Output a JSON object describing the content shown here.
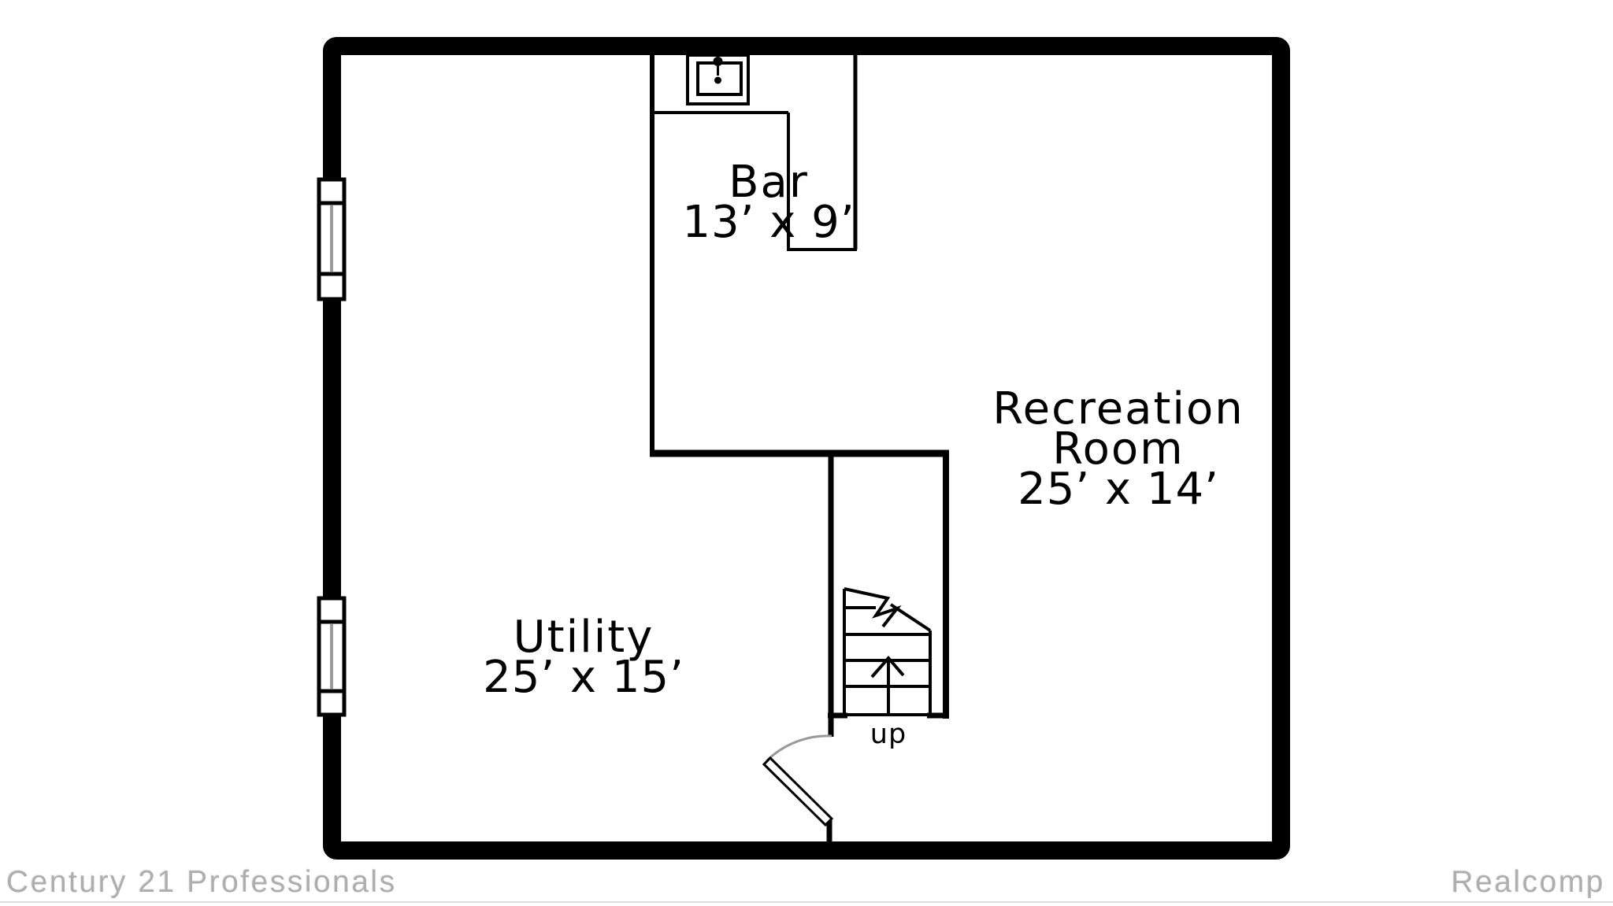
{
  "floorplan": {
    "rooms": {
      "bar": {
        "name": "Bar",
        "dims": "13’ x 9’"
      },
      "recreation": {
        "name_line1": "Recreation",
        "name_line2": "Room",
        "dims": "25’ x 14’"
      },
      "utility": {
        "name": "Utility",
        "dims": "25’ x 15’"
      }
    },
    "stairs": {
      "direction_label": "up"
    }
  },
  "watermarks": {
    "left": "Century 21 Professionals",
    "right": "Realcomp"
  },
  "colors": {
    "wall": "#000000",
    "glazing_gray": "#9b9b9b",
    "door_arc_gray": "#999999",
    "watermark_gray": "#aeaeae",
    "background": "#ffffff"
  }
}
